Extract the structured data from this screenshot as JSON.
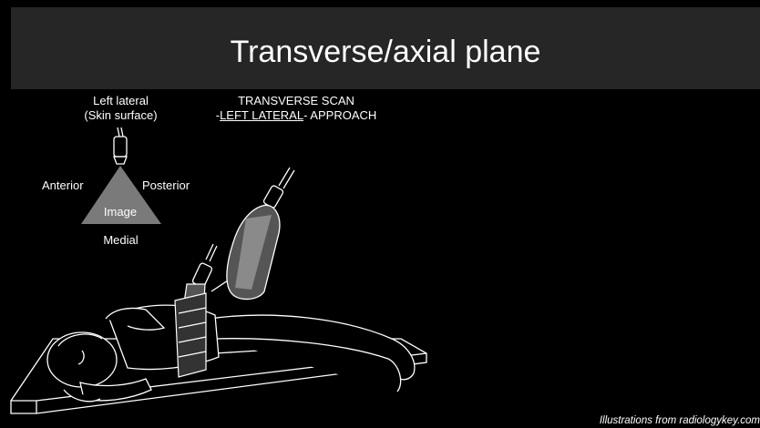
{
  "slide": {
    "title": "Transverse/axial plane",
    "credit": "Illustrations from radiologykey.com"
  },
  "orientation_key": {
    "probe_label_line1": "Left lateral",
    "probe_label_line2": "(Skin surface)",
    "left_label": "Anterior",
    "right_label": "Posterior",
    "center_label": "Image",
    "bottom_label": "Medial"
  },
  "scan_heading": {
    "line1": "TRANSVERSE SCAN",
    "line2_prefix": "-",
    "line2_underlined": "LEFT LATERAL",
    "line2_suffix": "- APPROACH"
  }
}
